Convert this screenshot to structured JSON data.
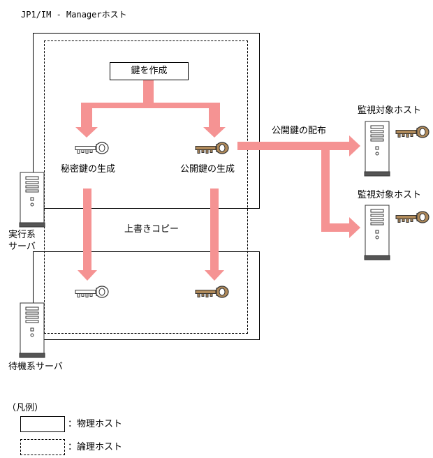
{
  "diagram": {
    "manager_host_title": "JP1/IM - Managerホスト",
    "create_key": "鍵を作成",
    "private_key_gen": "秘密鍵の生成",
    "public_key_gen": "公開鍵の生成",
    "overwrite_copy": "上書きコピー",
    "public_key_distribution": "公開鍵の配布",
    "monitored_host_1": "監視対象ホスト",
    "monitored_host_2": "監視対象ホスト",
    "active_server": "実行系\nサーバ",
    "standby_server": "待機系サーバ"
  },
  "legend": {
    "title": "（凡例）",
    "physical_host": "：物理ホスト",
    "logical_host": "：論理ホスト"
  },
  "colors": {
    "arrow": "#f59393",
    "public_key": "#b08a5a",
    "private_key": "#ffffff",
    "server_base": "#555555"
  }
}
